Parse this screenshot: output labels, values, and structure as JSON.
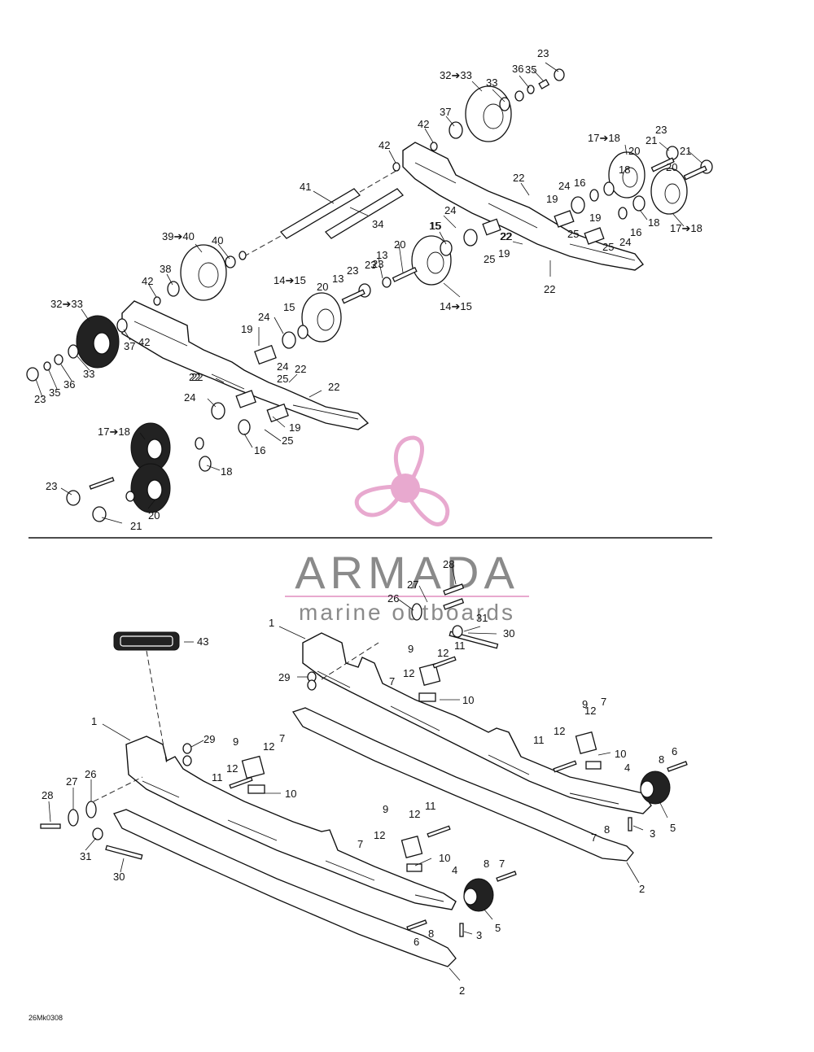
{
  "watermark": {
    "brand": "ARMADA",
    "tagline": "marine outboards",
    "logo_color": "#e8a9cf",
    "text_color": "#8a8a8a"
  },
  "drawing_code": "26Mk0308",
  "upper_labels": [
    "23",
    "35",
    "36",
    "33",
    "32➔33",
    "37",
    "42",
    "23",
    "21",
    "20",
    "17➔18",
    "23",
    "21",
    "20",
    "18",
    "24",
    "16",
    "19",
    "18",
    "22",
    "16",
    "24",
    "25",
    "22",
    "19",
    "17➔18",
    "25",
    "22",
    "42",
    "41",
    "34",
    "15",
    "24",
    "19",
    "25",
    "15",
    "14➔15",
    "20",
    "13",
    "23",
    "39➔40",
    "40",
    "38",
    "42",
    "32➔33",
    "37",
    "42",
    "23",
    "13",
    "20",
    "15",
    "24",
    "19",
    "24",
    "25",
    "22",
    "22",
    "22",
    "14➔15",
    "23",
    "35",
    "36",
    "33",
    "24",
    "19",
    "25",
    "16",
    "17➔18",
    "18",
    "23",
    "20",
    "21",
    "22",
    "22"
  ],
  "lower_labels": [
    "28",
    "27",
    "26",
    "31",
    "30",
    "1",
    "43",
    "29",
    "9",
    "12",
    "11",
    "7",
    "12",
    "10",
    "9",
    "12",
    "7",
    "11",
    "12",
    "10",
    "4",
    "8",
    "6",
    "3",
    "5",
    "7",
    "8",
    "2",
    "1",
    "29",
    "9",
    "12",
    "7",
    "11",
    "12",
    "10",
    "28",
    "27",
    "26",
    "31",
    "30",
    "9",
    "12",
    "11",
    "7",
    "12",
    "10",
    "4",
    "8",
    "7",
    "3",
    "5",
    "6",
    "8",
    "2"
  ]
}
